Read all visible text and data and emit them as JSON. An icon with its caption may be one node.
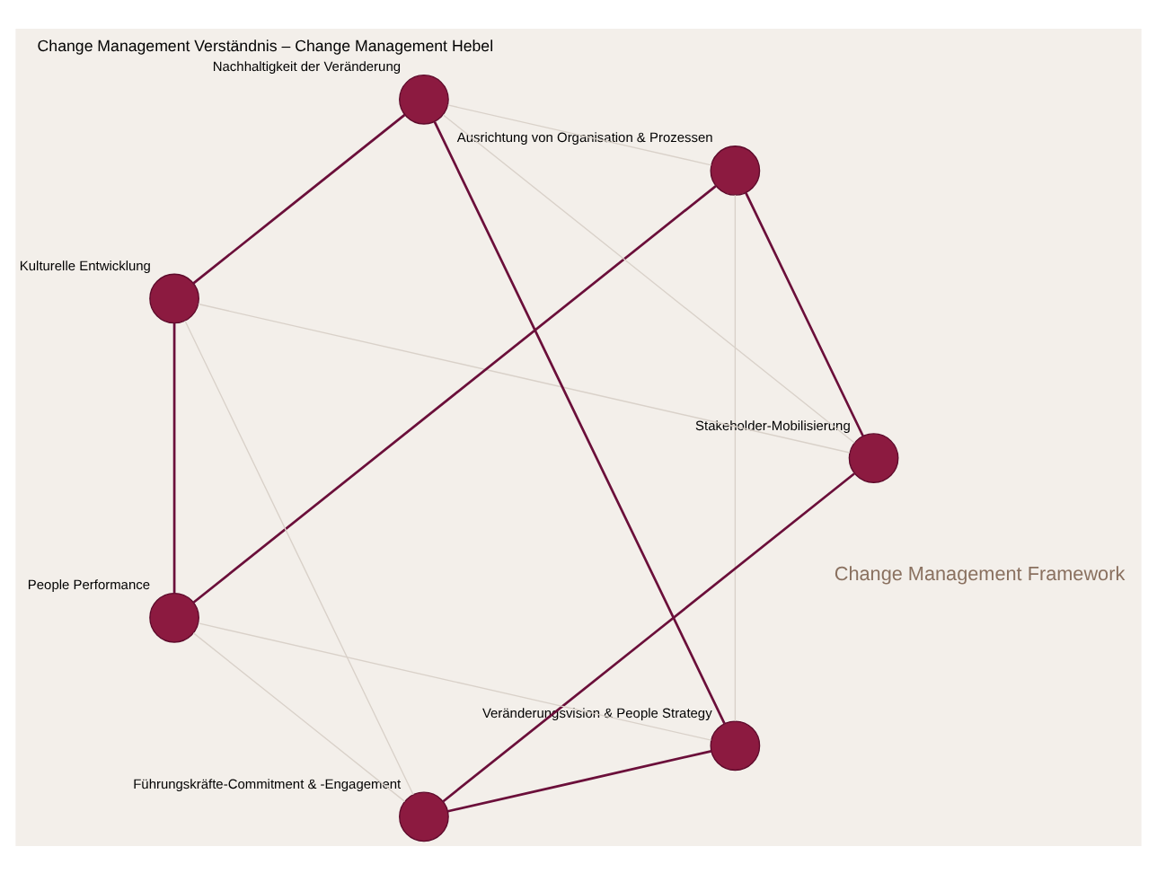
{
  "diagram": {
    "title": "Change Management Verständnis – Change Management Hebel",
    "nodes": [
      {
        "text": [],
        "shape": "circle",
        "beside": [
          "Veränderungsvision & People Strategy"
        ]
      },
      {
        "text": [],
        "shape": "circle",
        "beside": [
          "Führungskräfte-Commitment & -Engagement"
        ]
      },
      {
        "text": [],
        "shape": "circle",
        "beside": [
          "Stakeholder-Mobilisierung"
        ]
      },
      {
        "text": [],
        "shape": "circle",
        "beside": [
          "Ausrichtung von Organisation & Prozessen"
        ]
      },
      {
        "text": [],
        "shape": "circle",
        "beside": [
          "People Performance"
        ]
      },
      {
        "text": [],
        "shape": "circle",
        "beside": [
          "Kulturelle Entwicklung"
        ]
      },
      {
        "text": [],
        "shape": "circle",
        "beside": [
          "Nachhaltigkeit der Veränderung"
        ]
      }
    ],
    "edges": [
      {
        "from": 0,
        "to": 1,
        "arrow": "none"
      },
      {
        "from": 1,
        "to": 2,
        "arrow": "none"
      },
      {
        "from": 2,
        "to": 3,
        "arrow": "none"
      },
      {
        "from": 3,
        "to": 4,
        "arrow": "none"
      },
      {
        "from": 4,
        "to": 5,
        "arrow": "none"
      },
      {
        "from": 5,
        "to": 6,
        "arrow": "none"
      },
      {
        "from": 6,
        "to": 0,
        "arrow": "none"
      },
      {
        "from": 0,
        "to": 3,
        "arrow": "none",
        "color": "#d9d1c9"
      },
      {
        "from": 1,
        "to": 4,
        "arrow": "none",
        "color": "#d9d1c9"
      },
      {
        "from": 2,
        "to": 5,
        "arrow": "none",
        "color": "#d9d1c9"
      },
      {
        "from": 3,
        "to": 6,
        "arrow": "none",
        "color": "#d9d1c9"
      },
      {
        "from": 4,
        "to": 0,
        "arrow": "none",
        "color": "#d9d1c9"
      },
      {
        "from": 5,
        "to": 1,
        "arrow": "none",
        "color": "#d9d1c9"
      },
      {
        "from": 6,
        "to": 2,
        "arrow": "none",
        "color": "#d9d1c9"
      }
    ],
    "labels": [
      "Change Management Framework"
    ]
  }
}
